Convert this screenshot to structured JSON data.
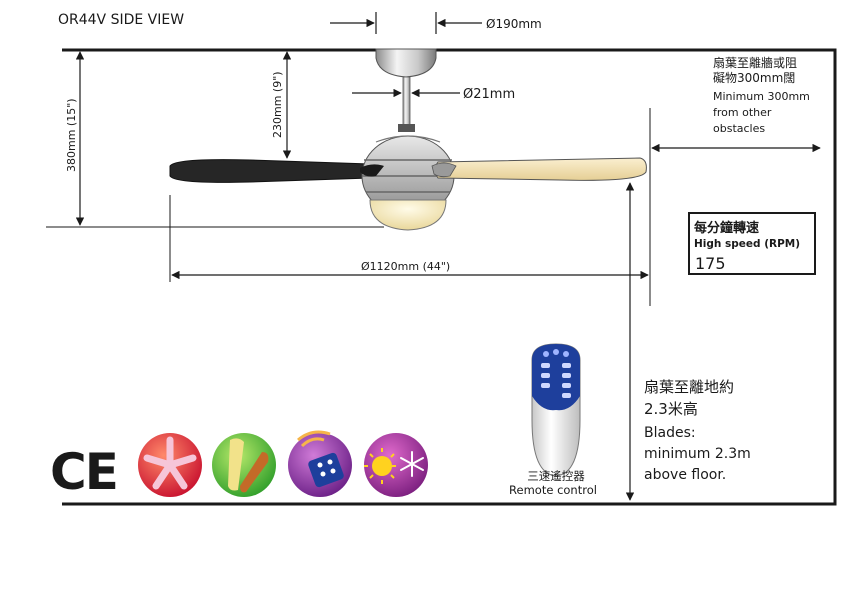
{
  "title": "OR44V  SIDE VIEW",
  "dimensions": {
    "canopy_diameter": "Ø190mm",
    "downrod_diameter": "Ø21mm",
    "ceiling_to_blade": "230mm (9\")",
    "ceiling_to_bottom": "380mm (15\")",
    "sweep": "Ø1120mm  (44\")"
  },
  "clearance": {
    "zh_line1": "扇葉至離牆或阻",
    "zh_line2": "礙物300mm闊",
    "en_line1": "Minimum 300mm",
    "en_line2": "from other",
    "en_line3": "obstacles"
  },
  "speed_box": {
    "zh": "每分鐘轉速",
    "en": "High speed (RPM)",
    "value": "175"
  },
  "remote": {
    "zh": "三速遙控器",
    "en": "Remote control"
  },
  "floor_note": {
    "zh_line1": "扇葉至離地約",
    "zh_line2": "2.3米高",
    "en_line1": "Blades:",
    "en_line2": "minimum 2.3m",
    "en_line3": "above floor."
  },
  "badges": {
    "ce_mark": "CE",
    "icons": [
      "fan-blades-icon",
      "reversible-blade-icon",
      "remote-signal-icon",
      "summer-winter-icon"
    ]
  },
  "colors": {
    "line": "#1a1a1a",
    "blade_dark": "#2a2a2a",
    "blade_light": "#f1dfb4",
    "remote_blue": "#1e3f9c"
  }
}
